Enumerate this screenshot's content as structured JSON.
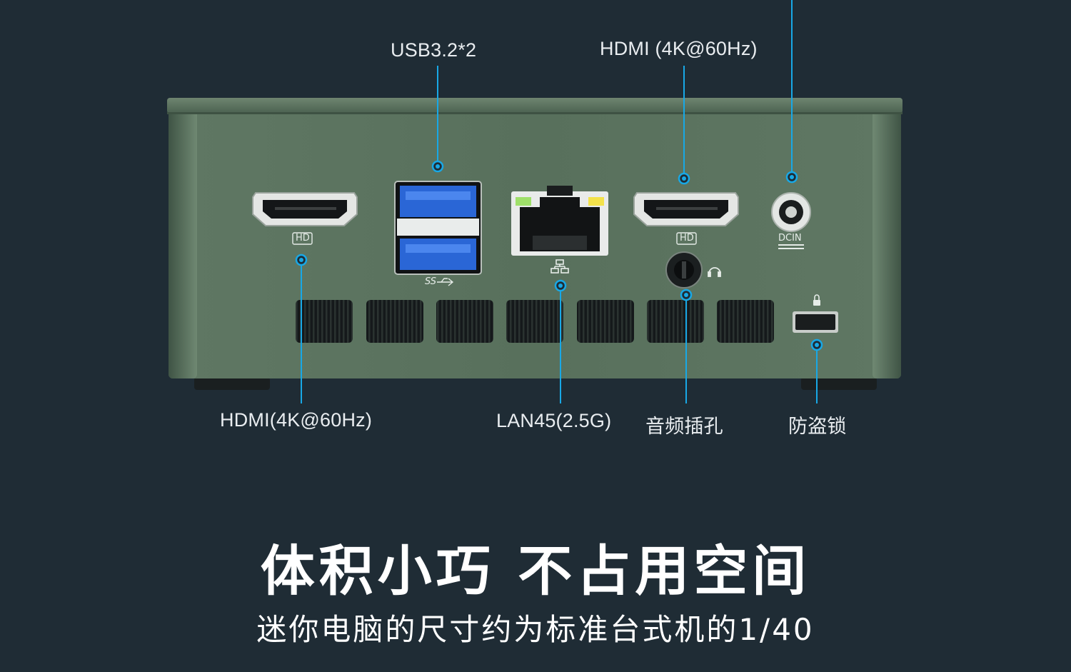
{
  "labels": {
    "usb": "USB3.2*2",
    "hdmi_top": "HDMI (4K@60Hz)",
    "hdmi_bottom": "HDMI(4K@60Hz)",
    "lan": "LAN45(2.5G)",
    "audio": "音频插孔",
    "lock": "防盗锁"
  },
  "port_marks": {
    "hd_left": "HD",
    "hd_right": "HD",
    "dcin": "DCIN",
    "usb_logo": "SS"
  },
  "headline": "体积小巧 不占用空间",
  "subline": "迷你电脑的尺寸约为标准台式机的1/40",
  "colors": {
    "background": "#1f2c35",
    "chassis": "#546a58",
    "accent_line": "#18a8e6",
    "usb_blue": "#2a66d6"
  }
}
